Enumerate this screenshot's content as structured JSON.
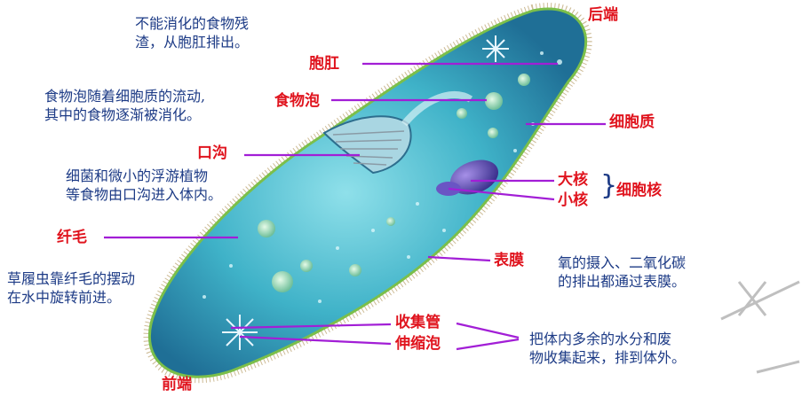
{
  "labels": {
    "rear_end": "后端",
    "anal_pore": "胞肛",
    "food_vacuole": "食物泡",
    "cytoplasm": "细胞质",
    "oral_groove": "口沟",
    "macronucleus": "大核",
    "micronucleus": "小核",
    "nucleus": "细胞核",
    "cilia": "纤毛",
    "pellicle": "表膜",
    "collecting_canal": "收集管",
    "contractile_vacuole": "伸缩泡",
    "front_end": "前端"
  },
  "descriptions": {
    "anal_pore": [
      "不能消化的食物残",
      "渣，从胞肛排出。"
    ],
    "food_vacuole": [
      "食物泡随着细胞质的流动,",
      "其中的食物逐渐被消化。"
    ],
    "oral_groove": [
      "细菌和微小的浮游植物",
      "等食物由口沟进入体内。"
    ],
    "cilia": [
      "草履虫靠纤毛的摆动",
      "在水中旋转前进。"
    ],
    "pellicle": [
      "氧的摄入、二氧化碳",
      "的排出都通过表膜。"
    ],
    "contractile": [
      "把体内多余的水分和废",
      "物收集起来，排到体外。"
    ]
  },
  "colors": {
    "label_red": "#e0141e",
    "text_blue": "#1d3b86",
    "pointer_purple": "#a21ed6",
    "body_teal": "#3fa9c4",
    "cilia_tan": "#c8b48a",
    "watermark": "#bfbfbf"
  }
}
